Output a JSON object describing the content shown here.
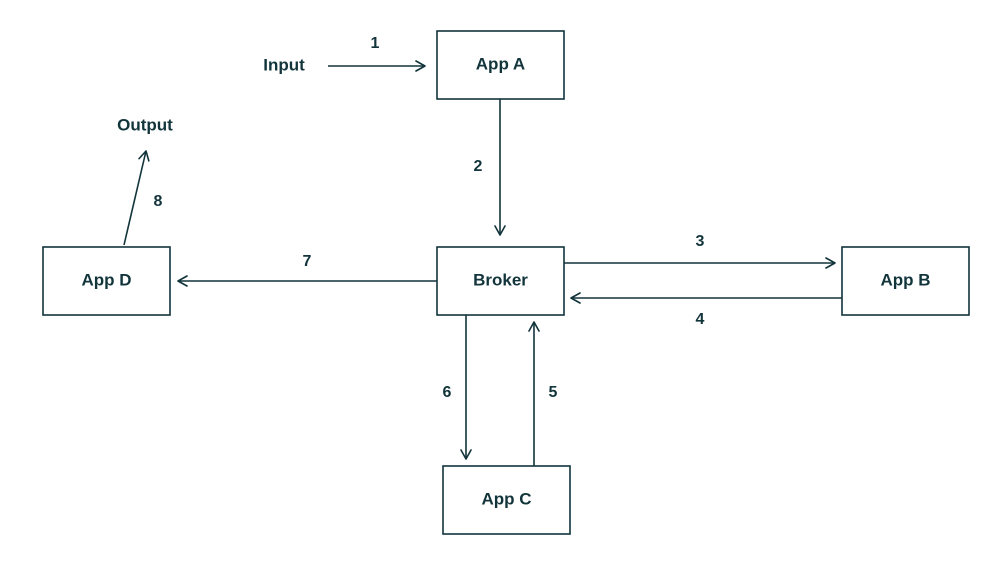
{
  "colors": {
    "line": "#12343b",
    "text": "#12343b",
    "background": "#ffffff",
    "box_fill": "#ffffff"
  },
  "nodes": {
    "app_a": "App A",
    "app_b": "App B",
    "app_c": "App C",
    "app_d": "App D",
    "broker": "Broker"
  },
  "terminals": {
    "input": "Input",
    "output": "Output"
  },
  "steps": {
    "s1": "1",
    "s2": "2",
    "s3": "3",
    "s4": "4",
    "s5": "5",
    "s6": "6",
    "s7": "7",
    "s8": "8"
  }
}
